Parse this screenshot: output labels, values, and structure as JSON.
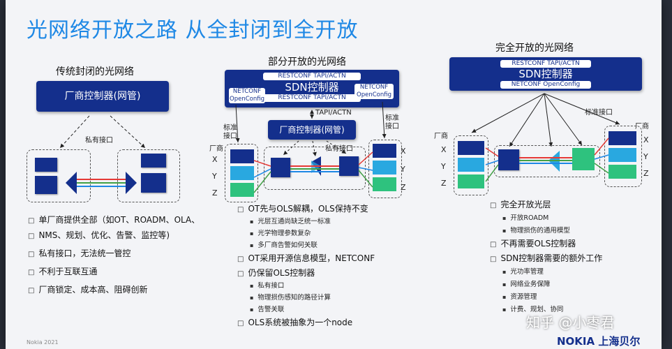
{
  "title": "光网络开放之路  从全封闭到全开放",
  "sections": {
    "closed": {
      "heading": "传统封闭的光网络",
      "controller": "厂商控制器(网管)",
      "private_if": "私有接口",
      "bullets": [
        "单厂商提供全部（如OT、ROADM、OLA、",
        "NMS、规划、优化、告警、监控等)",
        "私有接口，无法统一管控",
        "不利于互联互通",
        "厂商锁定、成本高、阻碍创新"
      ]
    },
    "partial": {
      "heading": "部分开放的光网络",
      "sdn_top_pill": "RESTCONF TAPI/ACTN",
      "sdn_label": "SDN控制器",
      "sdn_bottom_pill": "RESTCONF TAPI/ACTN",
      "netconf_left": [
        "NETCONF",
        "OpenConfig"
      ],
      "netconf_right": [
        "NETCONF",
        "OpenConfig"
      ],
      "tapi_label": "TAPI/ACTN",
      "std_left": [
        "标准",
        "接口"
      ],
      "std_right": [
        "标准",
        "接口"
      ],
      "vendor": "厂商",
      "controller": "厂商控制器(网管)",
      "private_if": "私有接口",
      "xyz": [
        "X",
        "Y",
        "Z"
      ],
      "xyz_right": [
        "X",
        "Y",
        "Z"
      ],
      "bullets": [
        {
          "text": "OT先与OLS解耦，OLS保持不变",
          "subs": [
            "光层互通尚缺乏统一标准",
            "光学物理参数复杂",
            "多厂商告警如何关联"
          ]
        },
        {
          "text": "OT采用开源信息模型，NETCONF",
          "subs": []
        },
        {
          "text": "仍保留OLS控制器",
          "subs": [
            "私有接口",
            "物理损伤感知的路径计算",
            "告警关联"
          ]
        },
        {
          "text": "OLS系统被抽象为一个node",
          "subs": []
        }
      ]
    },
    "open": {
      "heading": "完全开放的光网络",
      "sdn_top_pill": "RESTCONF TAPI/ACTN",
      "sdn_label": "SDN控制器",
      "sdn_bottom_pill": "NETCONF OpenConfig",
      "std_if": "标准接口",
      "vendor_left": "厂商",
      "vendor_right": "厂商",
      "xyz": [
        "X",
        "Y",
        "Z"
      ],
      "xyz_right": [
        "X",
        "Y",
        "Z"
      ],
      "bullets": [
        {
          "text": "完全开放光层",
          "subs": [
            "开放ROADM",
            "物理损伤的通用模型"
          ]
        },
        {
          "text": "不再需要OLS控制器",
          "subs": []
        },
        {
          "text": "SDN控制器需要的额外工作",
          "subs": [
            "光功率管理",
            "网络业务保障",
            "资源管理",
            "计费、规划、协同"
          ]
        }
      ]
    }
  },
  "watermark": "知乎 @小枣君",
  "logo": "NOKIA 上海贝尔",
  "footer": "Nokia 2021"
}
